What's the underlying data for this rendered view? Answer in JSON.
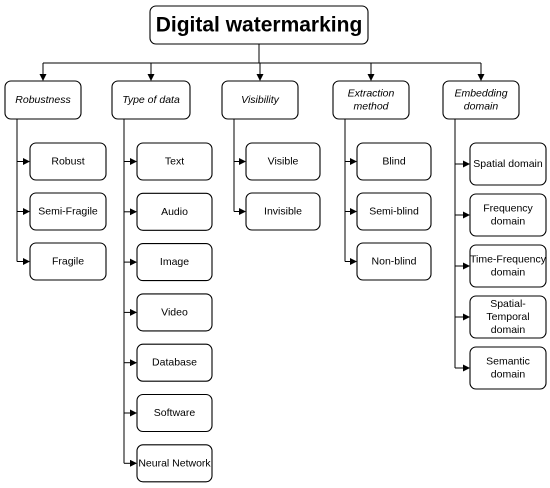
{
  "root": "Digital watermarking",
  "categories": [
    {
      "label": [
        "Robustness"
      ],
      "items": [
        [
          "Robust"
        ],
        [
          "Semi-Fragile"
        ],
        [
          "Fragile"
        ]
      ]
    },
    {
      "label": [
        "Type of data"
      ],
      "items": [
        [
          "Text"
        ],
        [
          "Audio"
        ],
        [
          "Image"
        ],
        [
          "Video"
        ],
        [
          "Database"
        ],
        [
          "Software"
        ],
        [
          "Neural Network"
        ]
      ]
    },
    {
      "label": [
        "Visibility"
      ],
      "items": [
        [
          "Visible"
        ],
        [
          "Invisible"
        ]
      ]
    },
    {
      "label": [
        "Extraction",
        "method"
      ],
      "items": [
        [
          "Blind"
        ],
        [
          "Semi-blind"
        ],
        [
          "Non-blind"
        ]
      ]
    },
    {
      "label": [
        "Embedding",
        "domain"
      ],
      "items": [
        [
          "Spatial domain"
        ],
        [
          "Frequency",
          "domain"
        ],
        [
          "Time-Frequency",
          "domain"
        ],
        [
          "Spatial-",
          "Temporal",
          "domain"
        ],
        [
          "Semantic",
          "domain"
        ]
      ]
    }
  ]
}
